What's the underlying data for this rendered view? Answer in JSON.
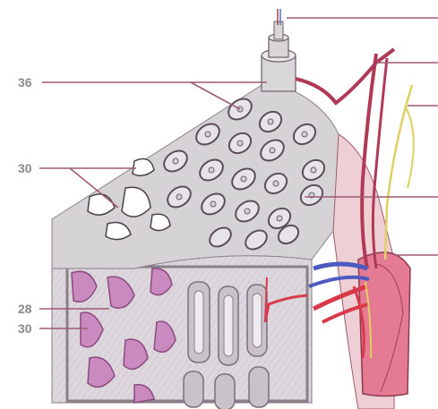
{
  "labels": {
    "l36": "36",
    "l30_top": "30",
    "l28": "28",
    "l30_bottom": "30"
  },
  "colors": {
    "leader_line": "#9e5a72",
    "bone": "#d8d6d8",
    "spongy_bone": "#c77fb4",
    "artery": "#d83a4a",
    "vein": "#4a5ac0",
    "nerve": "#e0d060"
  }
}
